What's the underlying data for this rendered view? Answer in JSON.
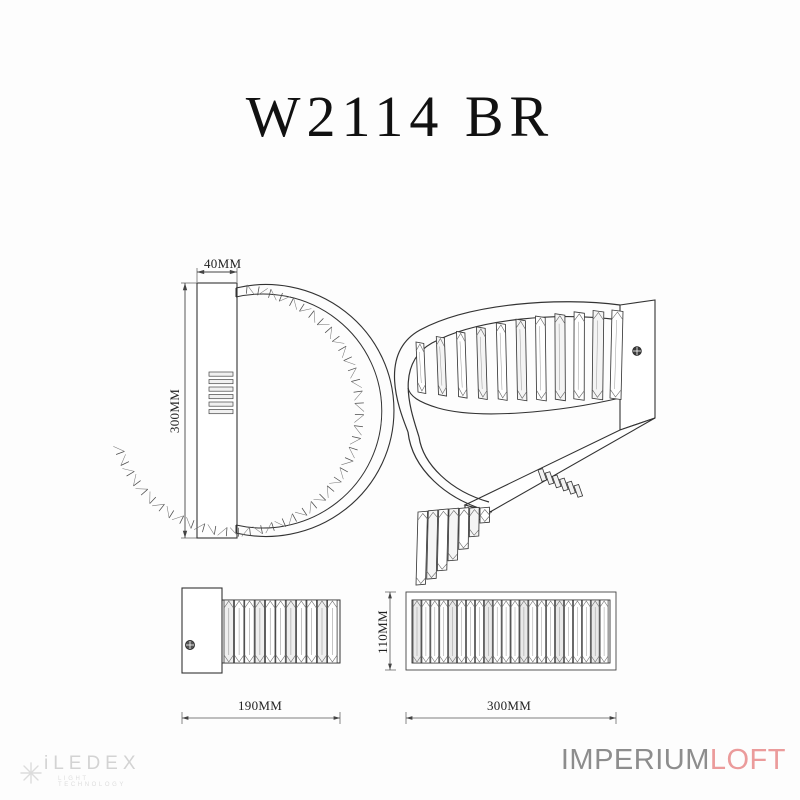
{
  "document": {
    "title": "W2114 BR",
    "type": "product-dimension-drawing"
  },
  "views": {
    "side_section": {
      "name": "side-section-view",
      "dimensions": {
        "width_label": "40MM",
        "height_label": "300MM"
      }
    },
    "perspective": {
      "name": "3d-perspective-view",
      "features": [
        "curved-crystal-arc",
        "mounting-plate",
        "screw-hole",
        "vent-slots"
      ]
    },
    "top_view": {
      "name": "top-view",
      "dimensions": {
        "width_label": "190MM"
      }
    },
    "front_view": {
      "name": "front-view",
      "dimensions": {
        "width_label": "300MM",
        "height_label": "110MM"
      }
    }
  },
  "brand": {
    "manufacturer": {
      "name": "iLEDEX",
      "tagline": "LIGHT TECHNOLOGY",
      "color": "#d3d3d3"
    },
    "retailer": {
      "name_primary": "IMPERIUM",
      "name_secondary": "LOFT",
      "color_primary": "#8d8d8d",
      "color_secondary": "#eb9b9b"
    }
  },
  "style": {
    "background": "#fdfdfd",
    "line_color": "#333333",
    "text_color": "#222222"
  }
}
